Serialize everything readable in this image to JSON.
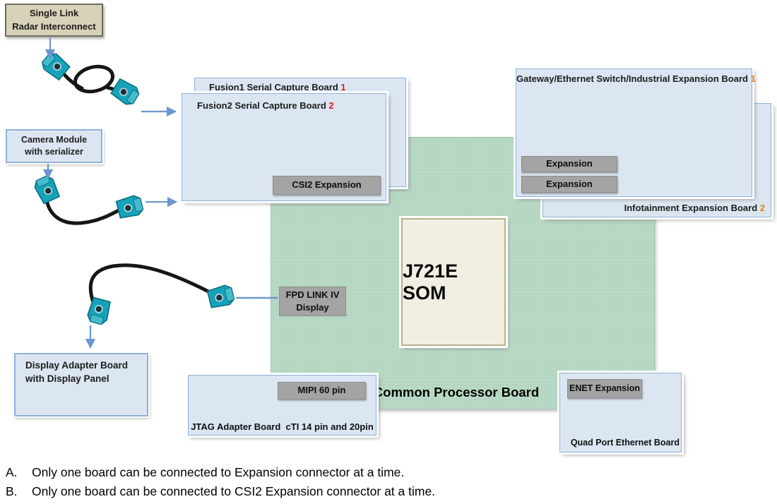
{
  "diagram": {
    "radar_module": {
      "line1": "Single Link",
      "line2": "Radar Interconnect"
    },
    "camera_module": {
      "line1": "Camera Module",
      "line2": "with serializer"
    },
    "display_adapter": {
      "line1": "Display Adapter Board",
      "line2": "with Display Panel"
    },
    "fusion1": {
      "title": "Fusion1 Serial Capture Board",
      "index": "1"
    },
    "fusion2": {
      "title": "Fusion2 Serial Capture Board",
      "index": "2",
      "connector": "CSI2 Expansion"
    },
    "gateway": {
      "title": "Gateway/Ethernet Switch/Industrial Expansion Board",
      "index": "1",
      "connectors": [
        "Expansion",
        "Expansion"
      ]
    },
    "infotainment": {
      "title": "Infotainment Expansion Board",
      "index": "2"
    },
    "common_processor_board": {
      "title": "Common Processor Board",
      "som": "J721E SOM",
      "fpd_connector": {
        "line1": "FPD LINK IV",
        "line2": "Display"
      }
    },
    "jtag_board": {
      "title": "JTAG Adapter Board  cTI 14 pin and 20pin",
      "connector": "MIPI 60 pin"
    },
    "ethernet_board": {
      "title": "Quad Port Ethernet Board",
      "connector": "ENET Expansion"
    }
  },
  "notes": [
    {
      "marker": "A.",
      "text": "Only one board can be connected to Expansion connector at a time."
    },
    {
      "marker": "B.",
      "text": "Only one board can be connected to CSI2 Expansion connector at a time."
    }
  ],
  "colors": {
    "board_fill": "#dce6f2",
    "board_border": "#8fb2d9",
    "green_board": "#b3d6c1",
    "gray_connector": "#a4a4a4",
    "tan_box": "#d8d2b8",
    "som_fill": "#f1efe2",
    "arrow_blue": "#6b96cf",
    "index_red": "#e01b1b",
    "index_orange": "#e8820c",
    "fakra_teal": "#16a3ba"
  }
}
